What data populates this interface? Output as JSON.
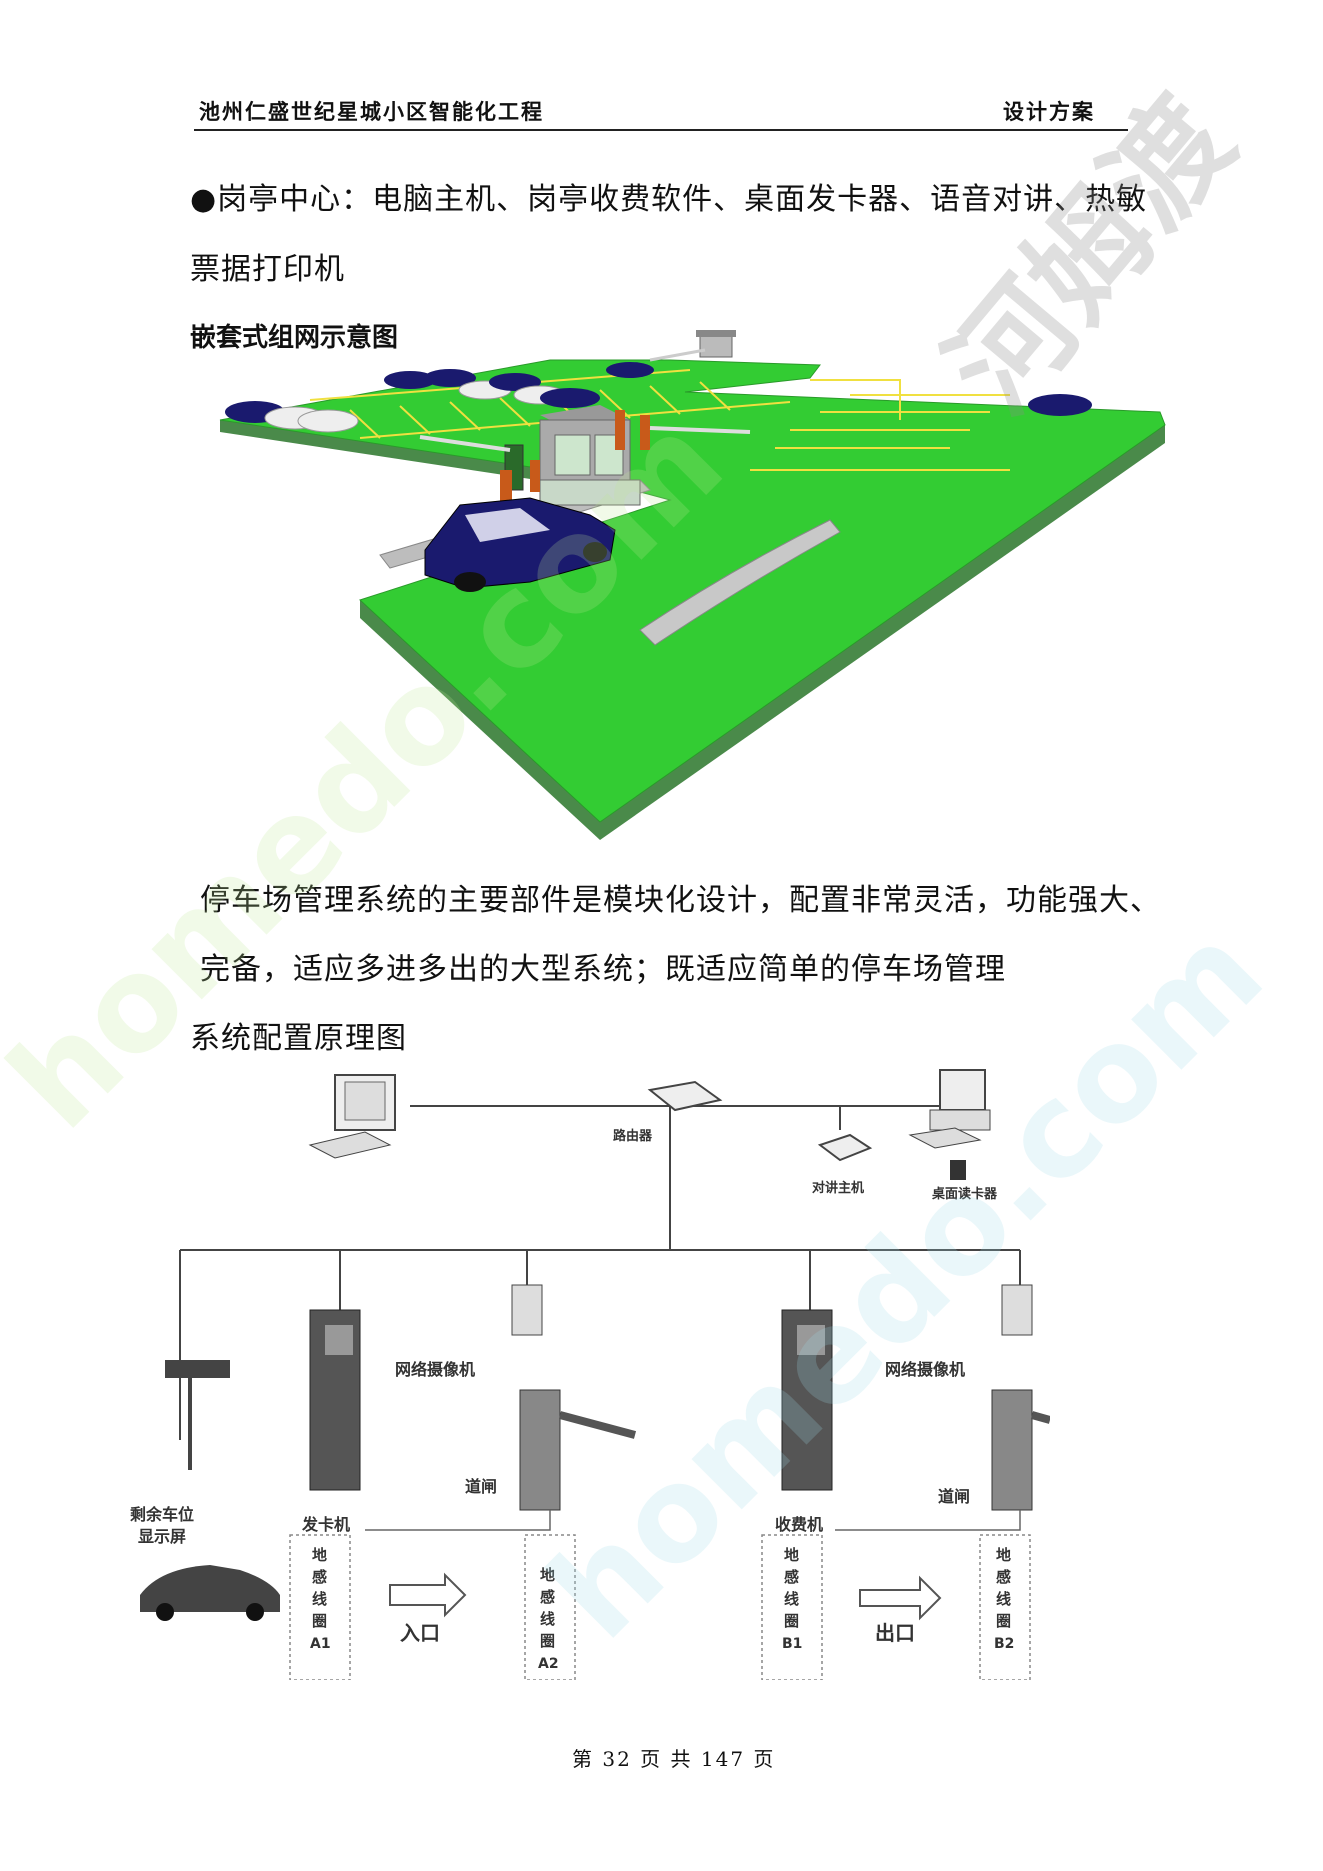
{
  "header": {
    "title": "池州仁盛世纪星城小区智能化工程",
    "doc_type": "设计方案"
  },
  "content": {
    "bullet_line1": "●岗亭中心：电脑主机、岗亭收费软件、桌面发卡器、语音对讲、热敏",
    "bullet_line2": "票据打印机",
    "figure1_title": "嵌套式组网示意图",
    "para_line1": "停车场管理系统的主要部件是模块化设计，配置非常灵活，功能强大、",
    "para_line2": "完备，适应多进多出的大型系统；既适应简单的停车场管理",
    "figure2_title": "系统配置原理图"
  },
  "diagram": {
    "router": "路由器",
    "intercom_host": "对讲主机",
    "desk_reader": "桌面读卡器",
    "camera_left": "网络摄像机",
    "camera_right": "网络摄像机",
    "gate_left": "道闸",
    "gate_right": "道闸",
    "display_line1": "剩余车位",
    "display_line2": "显示屏",
    "card_dispenser": "发卡机",
    "toll_machine": "收费机",
    "loop_a1": [
      "地",
      "感",
      "线",
      "圈",
      "A1"
    ],
    "loop_a2": [
      "地",
      "感",
      "线",
      "圈",
      "A2"
    ],
    "loop_b1": [
      "地",
      "感",
      "线",
      "圈",
      "B1"
    ],
    "loop_b2": [
      "地",
      "感",
      "线",
      "圈",
      "B2"
    ],
    "entrance": "入口",
    "exit": "出口"
  },
  "footer": {
    "page_label": "第 32 页 共 147 页"
  },
  "watermarks": {
    "cn": "河姆渡",
    "en1": "homedo.com",
    "en2": "homedo.com"
  },
  "colors": {
    "lawn_green": "#33cc33",
    "slab_side": "#4a8a4a",
    "car_blue": "#1a1a6e",
    "booth_gray": "#9a9a9a",
    "barrier_orange": "#c85a1a"
  }
}
